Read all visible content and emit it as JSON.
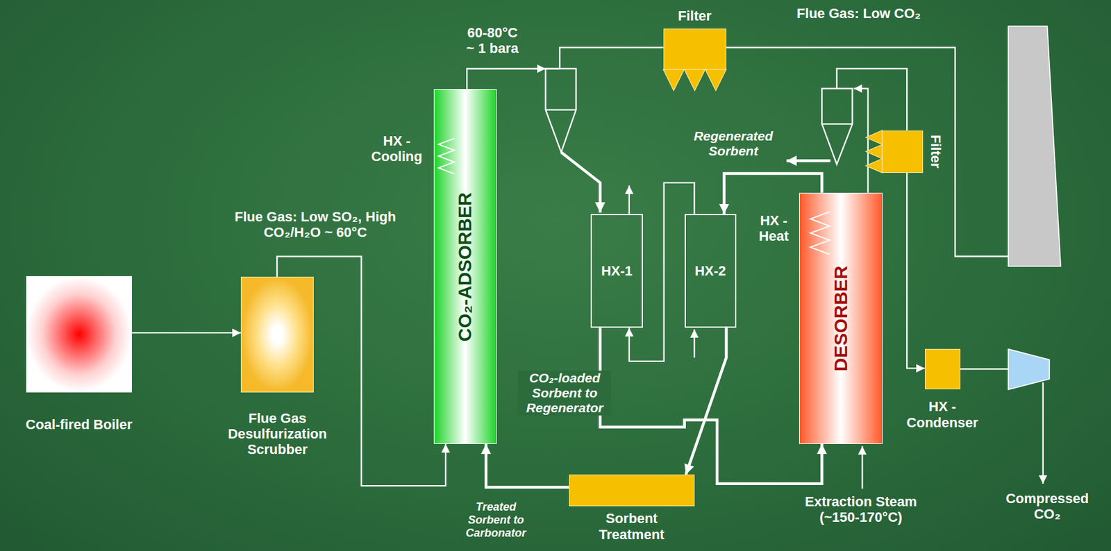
{
  "diagram": {
    "nodes": [
      {
        "text": [
          "Coal-fired Boiler"
        ]
      },
      {
        "text": [
          "Flue Gas Desulfurization Scrubber"
        ]
      },
      {
        "text": [
          "CO₂-ADSORBER"
        ]
      },
      {
        "text": [
          "Filter"
        ]
      },
      {
        "text": [
          "HX-1"
        ]
      },
      {
        "text": [
          "HX-2"
        ]
      },
      {
        "text": [
          "DESORBER"
        ]
      },
      {
        "text": [
          "Filter"
        ]
      },
      {
        "text": [
          "Sorbent Treatment"
        ]
      },
      {
        "text": [
          "HX - Condenser"
        ]
      }
    ],
    "edges": [
      {
        "from": 0,
        "to": 1,
        "arrow": "to"
      },
      {
        "from": 1,
        "to": 2,
        "arrow": "to"
      },
      {
        "from": 2,
        "to": 3,
        "arrow": "none"
      },
      {
        "from": 5,
        "to": 4,
        "arrow": "to"
      },
      {
        "from": 4,
        "to": 6,
        "arrow": "to"
      },
      {
        "from": 6,
        "to": 5,
        "arrow": "to"
      },
      {
        "from": 5,
        "to": 8,
        "arrow": "to"
      },
      {
        "from": 8,
        "to": 2,
        "arrow": "to"
      },
      {
        "from": 7,
        "to": 9,
        "arrow": "to"
      }
    ],
    "labels": [
      "60-80°C ~ 1 bara",
      "Flue Gas: Low CO₂",
      "HX - Cooling",
      "Flue Gas: Low SO₂, High CO₂/H₂O ~ 60°C",
      "Regenerated Sorbent",
      "HX - Heat",
      "CO₂-loaded Sorbent to Regenerator",
      "Treated Sorbent to Carbonator",
      "Extraction Steam (~150-170°C)",
      "Compressed CO₂"
    ]
  }
}
